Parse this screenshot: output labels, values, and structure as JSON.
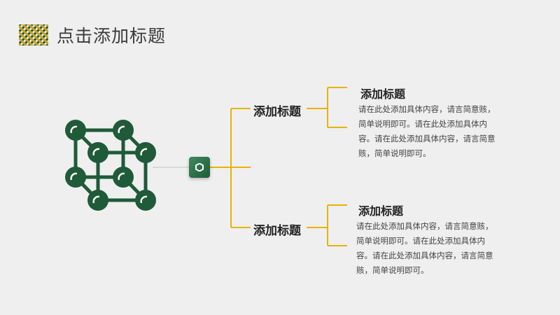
{
  "header": {
    "title": "点击添加标题"
  },
  "branches": [
    {
      "label": "添加标题",
      "title": "添加标题",
      "body": "请在此处添加具体内容，请言简意赅，简单说明即可。请在此处添加具体内容。请在此处添加具体内容，请言简意赅，简单说明即可。"
    },
    {
      "label": "添加标题",
      "title": "添加标题",
      "body": "请在此处添加具体内容，请言简意赅，简单说明即可。请在此处添加具体内容。请在此处添加具体内容，请言简意赅，简单说明即可。"
    }
  ],
  "colors": {
    "accent": "#e8b400",
    "brand": "#1f5a39",
    "background": "#efefef"
  },
  "icons": {
    "cube": "molecule-cube-icon",
    "center": "hexagon-icon",
    "logo": "diagonal-pattern-logo"
  }
}
